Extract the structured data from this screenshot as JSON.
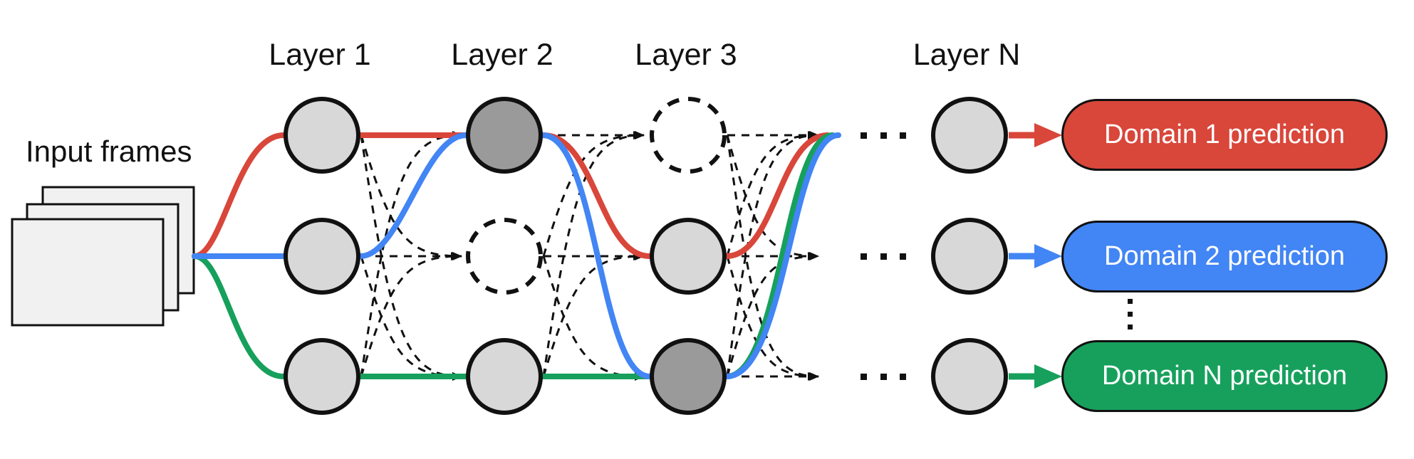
{
  "diagram": {
    "title_none": "",
    "input": {
      "label": "Input frames",
      "frame_count": 3
    },
    "layers": [
      {
        "label": "Layer 1"
      },
      {
        "label": "Layer 2"
      },
      {
        "label": "Layer 3"
      },
      {
        "label": "Layer N"
      }
    ],
    "ellipsis_horizontal": "...",
    "ellipsis_vertical": "...",
    "predictions": [
      {
        "label": "Domain 1 prediction",
        "color": "#d9463a",
        "route": "red"
      },
      {
        "label": "Domain 2 prediction",
        "color": "#4285f4",
        "route": "blue"
      },
      {
        "label": "Domain N prediction",
        "color": "#17a05c",
        "route": "green"
      }
    ],
    "colors": {
      "route_red": "#d9463a",
      "route_blue": "#4285f4",
      "route_green": "#17a05c",
      "node_light": "#d8d8d8",
      "node_dark": "#9a9a9a",
      "node_unused_fill": "#ffffff",
      "outline": "#111111",
      "frame_fill": "#f1f1f1"
    }
  }
}
